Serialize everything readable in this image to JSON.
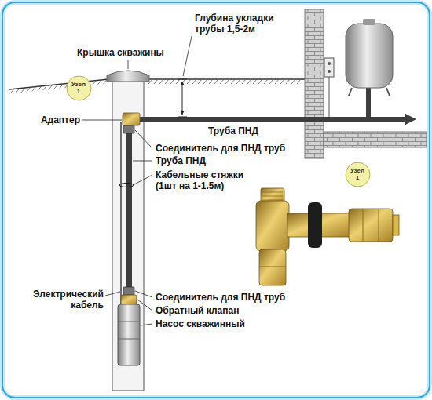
{
  "diagram": {
    "nodes": [
      {
        "text": [
          "Узел 1"
        ]
      },
      {
        "text": [
          "Узел 1"
        ]
      }
    ],
    "labels": [
      "Крышка скважины",
      "Глубина укладки трубы 1,5-2м",
      "Адаптер",
      "Труба ПНД",
      "Соединитель для ПНД труб",
      "Труба ПНД",
      "Кабельные стяжки (1шт на 1-1.5м)",
      "Электрический кабель",
      "Соединитель для ПНД труб",
      "Обратный клапан",
      "Насос скважинный"
    ]
  }
}
